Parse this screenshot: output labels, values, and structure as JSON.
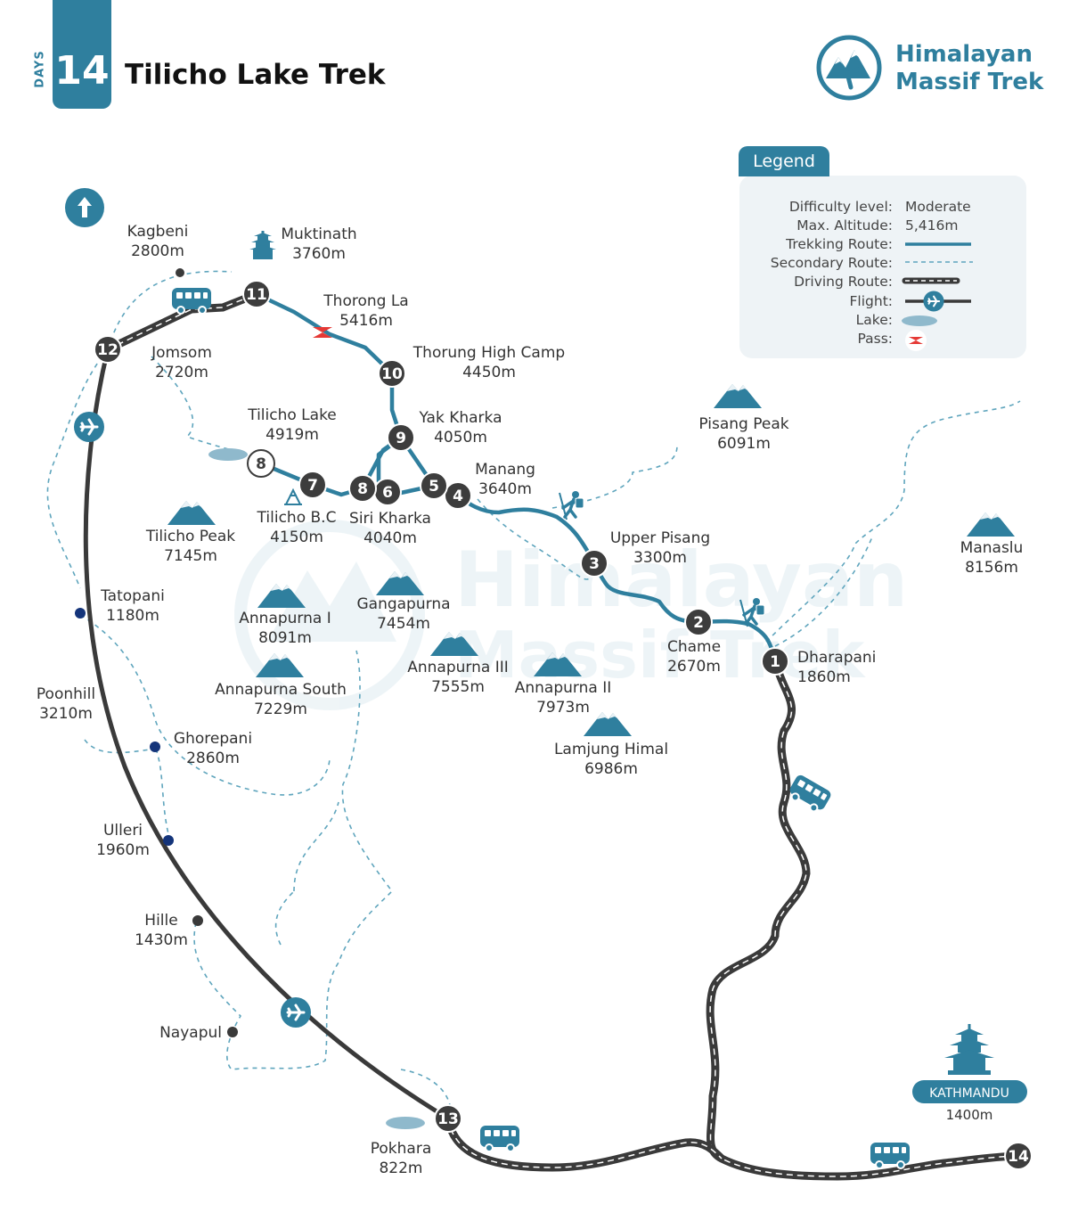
{
  "header": {
    "days_label": "DAYS",
    "days_count": "14",
    "title": "Tilicho Lake Trek"
  },
  "brand": {
    "line1": "Himalayan",
    "line2": "Massif Trek",
    "watermark_line1": "Himalayan",
    "watermark_line2": "Massif Trek"
  },
  "colors": {
    "accent": "#2f7f9e",
    "dark": "#3a3a3a",
    "legend_bg": "#eef3f6",
    "pass": "#e53935",
    "stop_dark": "#3d3d3d",
    "village_dot": "#14347a",
    "lake": "#8fb9cc"
  },
  "legend": {
    "title": "Legend",
    "rows": [
      {
        "key": "Difficulty level:",
        "value": "Moderate"
      },
      {
        "key": "Max. Altitude:",
        "value": "5,416m"
      },
      {
        "key": "Trekking Route:",
        "value": ""
      },
      {
        "key": "Secondary Route:",
        "value": ""
      },
      {
        "key": "Driving Route:",
        "value": ""
      },
      {
        "key": "Flight:",
        "value": ""
      },
      {
        "key": "Lake:",
        "value": ""
      },
      {
        "key": "Pass:",
        "value": ""
      }
    ]
  },
  "north_icon": "north-arrow-icon",
  "stops": [
    {
      "num": "1",
      "name": "Dharapani",
      "alt": "1860m"
    },
    {
      "num": "2",
      "name": "Chame",
      "alt": "2670m"
    },
    {
      "num": "3",
      "name": "Upper Pisang",
      "alt": "3300m"
    },
    {
      "num": "4",
      "name": "Manang",
      "alt": "3640m"
    },
    {
      "num": "5",
      "name": "",
      "alt": ""
    },
    {
      "num": "6",
      "name": "Siri Kharka",
      "alt": "4040m"
    },
    {
      "num": "7",
      "name": "Tilicho B.C",
      "alt": "4150m"
    },
    {
      "num": "8",
      "name": "Tilicho Lake",
      "alt": "4919m"
    },
    {
      "num": "9",
      "name": "Yak Kharka",
      "alt": "4050m"
    },
    {
      "num": "10",
      "name": "Thorung High Camp",
      "alt": "4450m"
    },
    {
      "num": "11",
      "name": "Thorong La",
      "alt": "5416m"
    },
    {
      "num": "12",
      "name": "Jomsom",
      "alt": "2720m"
    },
    {
      "num": "13",
      "name": "Pokhara",
      "alt": "822m"
    },
    {
      "num": "14",
      "name": "",
      "alt": ""
    }
  ],
  "extra_stop_labels": {
    "eight_left": "8"
  },
  "places": [
    {
      "name": "Kagbeni",
      "alt": "2800m"
    },
    {
      "name": "Muktinath",
      "alt": "3760m"
    },
    {
      "name": "Tatopani",
      "alt": "1180m"
    },
    {
      "name": "Poonhill",
      "alt": "3210m"
    },
    {
      "name": "Ghorepani",
      "alt": "2860m"
    },
    {
      "name": "Ulleri",
      "alt": "1960m"
    },
    {
      "name": "Hille",
      "alt": "1430m"
    },
    {
      "name": "Nayapul",
      "alt": ""
    }
  ],
  "peaks": [
    {
      "name": "Pisang Peak",
      "alt": "6091m"
    },
    {
      "name": "Manaslu",
      "alt": "8156m"
    },
    {
      "name": "Tilicho Peak",
      "alt": "7145m"
    },
    {
      "name": "Annapurna I",
      "alt": "8091m"
    },
    {
      "name": "Gangapurna",
      "alt": "7454m"
    },
    {
      "name": "Annapurna III",
      "alt": "7555m"
    },
    {
      "name": "Annapurna II",
      "alt": "7973m"
    },
    {
      "name": "Annapurna South",
      "alt": "7229m"
    },
    {
      "name": "Lamjung Himal",
      "alt": "6986m"
    }
  ],
  "kathmandu": {
    "name": "KATHMANDU",
    "alt": "1400m"
  }
}
